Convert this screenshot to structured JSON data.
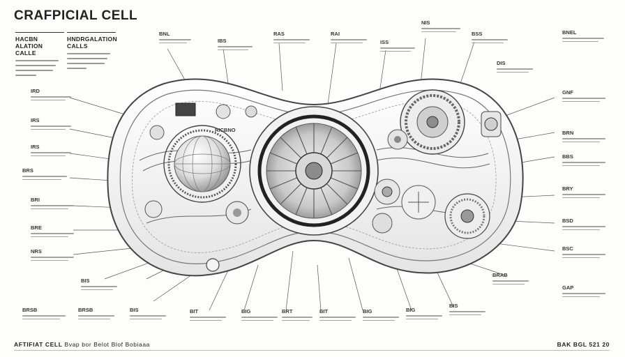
{
  "title": "CRAFPICIAL CELL",
  "info_boxes": [
    {
      "heading": "HACBN ALATION CALLE"
    },
    {
      "heading": "HNDRGALATION CALLS"
    }
  ],
  "top_labels": [
    "BNL",
    "IBS",
    "RAS",
    "RAI",
    "ISS",
    "NIS",
    "BSS"
  ],
  "left_labels": [
    "IRD",
    "IRS",
    "IRS",
    "BRS",
    "BRI",
    "BRE",
    "NRS",
    "BIS"
  ],
  "right_labels": [
    "DIS",
    "BNEL",
    "GNF",
    "BRN",
    "BBS",
    "BRY",
    "BSD",
    "BSC",
    "GAP"
  ],
  "bottom_labels": [
    "BRSB",
    "BRSB",
    "BIS",
    "BIT",
    "BIG",
    "BRT",
    "BIT",
    "BIG",
    "BIG",
    "BIS",
    "BRAB"
  ],
  "center_label": "RICBNO",
  "footer": {
    "left_bold": "AFTIFIAT CELL",
    "left_text": "Bvap bor Belot Blof Bobiaaa",
    "right": "BAK BGL 521 20"
  }
}
